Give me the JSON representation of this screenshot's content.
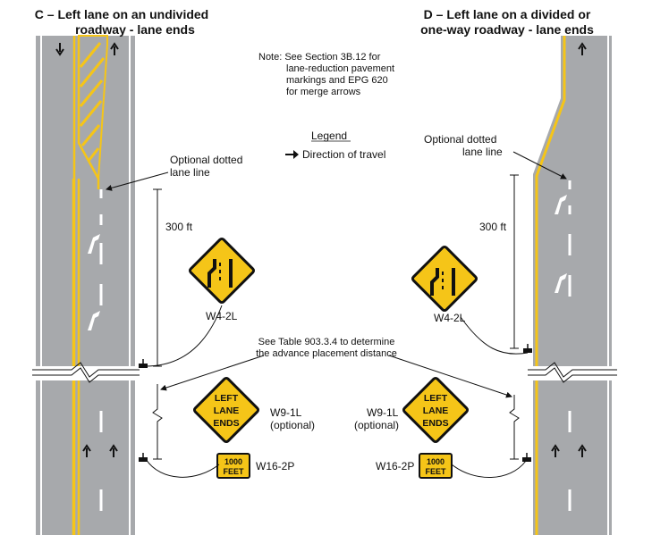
{
  "panels": {
    "left": {
      "title_line1": "C – Left lane on an undivided",
      "title_line2": "roadway - lane ends",
      "callout_line1": "Optional dotted",
      "callout_line2": "lane line",
      "distance": "300 ft",
      "w4_label": "W4-2L",
      "w9_label_line1": "W9-1L",
      "w9_label_line2": "(optional)",
      "w16_label": "W16-2P"
    },
    "right": {
      "title_line1": "D – Left lane on a divided or",
      "title_line2": "one-way roadway - lane ends",
      "callout_line1": "Optional dotted",
      "callout_line2": "lane line",
      "distance": "300 ft",
      "w4_label": "W4-2L",
      "w9_label_line1": "W9-1L",
      "w9_label_line2": "(optional)",
      "w16_label": "W16-2P"
    }
  },
  "note": {
    "line1": "Note:  See Section 3B.12 for",
    "line2": "lane-reduction pavement",
    "line3": "markings and EPG 620",
    "line4": "for merge arrows"
  },
  "legend": {
    "title": "Legend",
    "item": "Direction of travel"
  },
  "center_note": {
    "line1": "See Table 903.3.4 to determine",
    "line2": "the advance placement distance"
  },
  "signs": {
    "lane_ends_line1": "LEFT",
    "lane_ends_line2": "LANE",
    "lane_ends_line3": "ENDS",
    "plaque_line1": "1000",
    "plaque_line2": "FEET"
  },
  "colors": {
    "pavement": "#a7a9ac",
    "yellow_marking": "#f5c518",
    "white_marking": "#ffffff",
    "sign_yellow": "#f5c518",
    "ink": "#111111"
  },
  "icons": [
    "direction-arrow-icon",
    "sign-post-icon"
  ]
}
